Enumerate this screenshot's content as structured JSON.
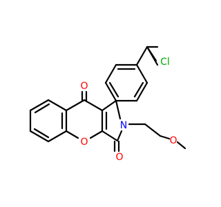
{
  "molecule": {
    "colors": {
      "bond": "#000000",
      "oxygen": "#ff0000",
      "nitrogen": "#0000ff",
      "chlorine": "#00aa00"
    },
    "atoms": {
      "cl": "Cl",
      "o_ketone": "O",
      "o_ring": "O",
      "o_lactam": "O",
      "n": "N",
      "o_ether": "O"
    }
  }
}
